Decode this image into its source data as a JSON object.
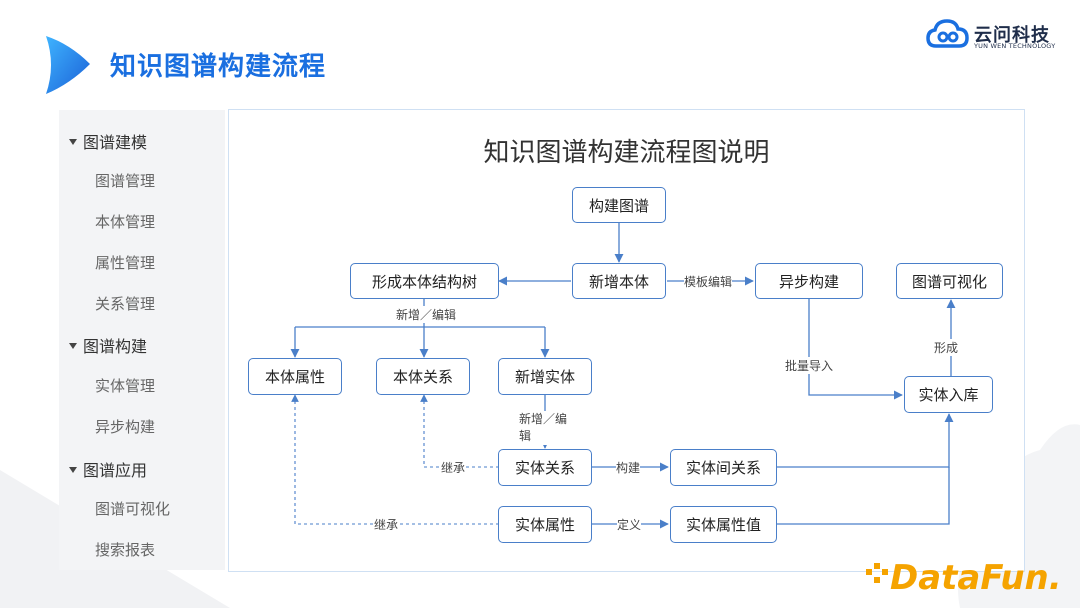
{
  "slide": {
    "title": "知识图谱构建流程"
  },
  "brand": {
    "name_cn": "云问科技",
    "name_en": "YUN WEN TECHNOLOGY"
  },
  "sidebar": {
    "groups": [
      {
        "label": "图谱建模",
        "items": [
          "图谱管理",
          "本体管理",
          "属性管理",
          "关系管理"
        ]
      },
      {
        "label": "图谱构建",
        "items": [
          "实体管理",
          "异步构建"
        ]
      },
      {
        "label": "图谱应用",
        "items": [
          "图谱可视化",
          "搜索报表"
        ]
      }
    ]
  },
  "diagram": {
    "title": "知识图谱构建流程图说明",
    "nodes": {
      "build_graph": "构建图谱",
      "new_ontology": "新增本体",
      "ontology_tree": "形成本体结构树",
      "async_build": "异步构建",
      "graph_viz": "图谱可视化",
      "ontology_attr": "本体属性",
      "ontology_rel": "本体关系",
      "new_entity": "新增实体",
      "entity_storage": "实体入库",
      "entity_rel": "实体关系",
      "inter_entity_rel": "实体间关系",
      "entity_attr": "实体属性",
      "entity_attr_value": "实体属性值"
    },
    "edge_labels": {
      "template_edit": "模板编辑",
      "add_edit_1": "新增／编辑",
      "batch_import": "批量导入",
      "form": "形成",
      "add_edit_2": "新增／编辑",
      "inherit_1": "继承",
      "construct": "构建",
      "inherit_2": "继承",
      "define": "定义"
    },
    "colors": {
      "node_border": "#4a7fc9",
      "edge": "#4a7fc9",
      "accent": "#1a6fe0"
    }
  },
  "watermark": {
    "text": "DataFun."
  }
}
